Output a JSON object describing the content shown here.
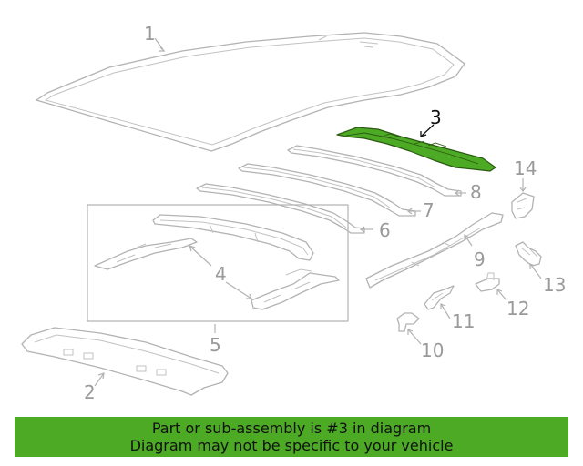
{
  "diagram": {
    "callouts": [
      {
        "id": "1",
        "label": "1"
      },
      {
        "id": "2",
        "label": "2"
      },
      {
        "id": "3",
        "label": "3"
      },
      {
        "id": "4",
        "label": "4"
      },
      {
        "id": "5",
        "label": "5"
      },
      {
        "id": "6",
        "label": "6"
      },
      {
        "id": "7",
        "label": "7"
      },
      {
        "id": "8",
        "label": "8"
      },
      {
        "id": "9",
        "label": "9"
      },
      {
        "id": "10",
        "label": "10"
      },
      {
        "id": "11",
        "label": "11"
      },
      {
        "id": "12",
        "label": "12"
      },
      {
        "id": "13",
        "label": "13"
      },
      {
        "id": "14",
        "label": "14"
      }
    ],
    "highlighted_part": "3",
    "highlight_color": "#4caa25",
    "outline_color": "#b3b3b3"
  },
  "banner": {
    "line1": "Part or sub-assembly is #3 in diagram",
    "line2": "Diagram may not be specific to your vehicle",
    "background": "#4caa25"
  }
}
